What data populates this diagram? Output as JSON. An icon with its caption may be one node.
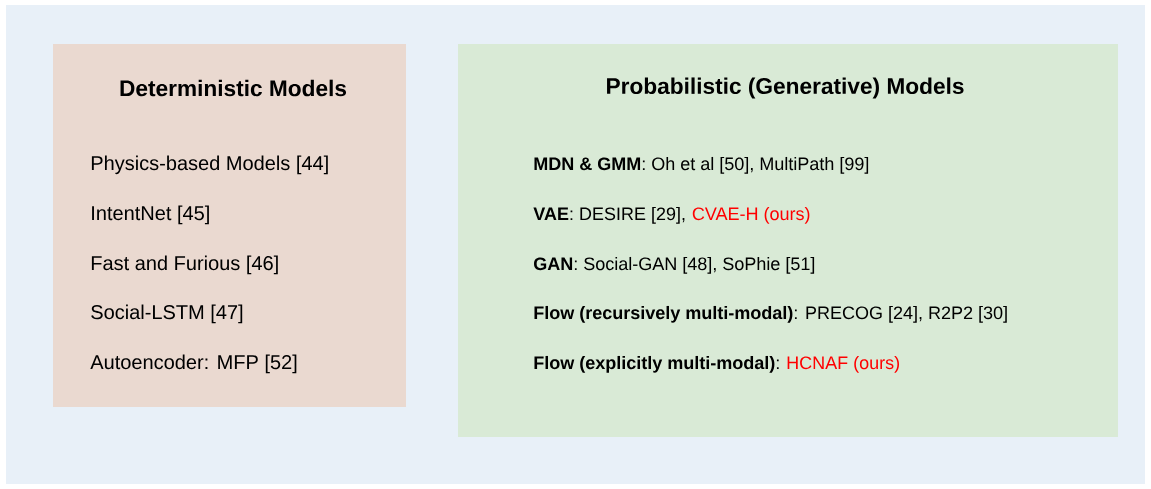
{
  "diagram": {
    "nodes": [
      {
        "text": [],
        "shape": "box"
      },
      {
        "text": [
          "Deterministic Models",
          "Physics-based Models [44]",
          "IntentNet [45]",
          "Fast and Furious [46]",
          "Social-LSTM [47]",
          "Autoencoder: MFP [52]"
        ],
        "in": 0
      },
      {
        "text": [
          "Probabilistic (Generative) Models",
          "**MDN & GMM**: Oh et al [50], MultiPath [99]",
          "**VAE**: DESIRE [29],",
          "CVAE-H (ours)",
          "**GAN**: Social-GAN [48], SoPhie [51]",
          "**Flow (recursively multi-modal)**: PRECOG [24], R2P2 [30]",
          "**Flow (explicitly multi-modal)**:",
          "HCNAF (ours)"
        ],
        "in": 0
      }
    ]
  }
}
